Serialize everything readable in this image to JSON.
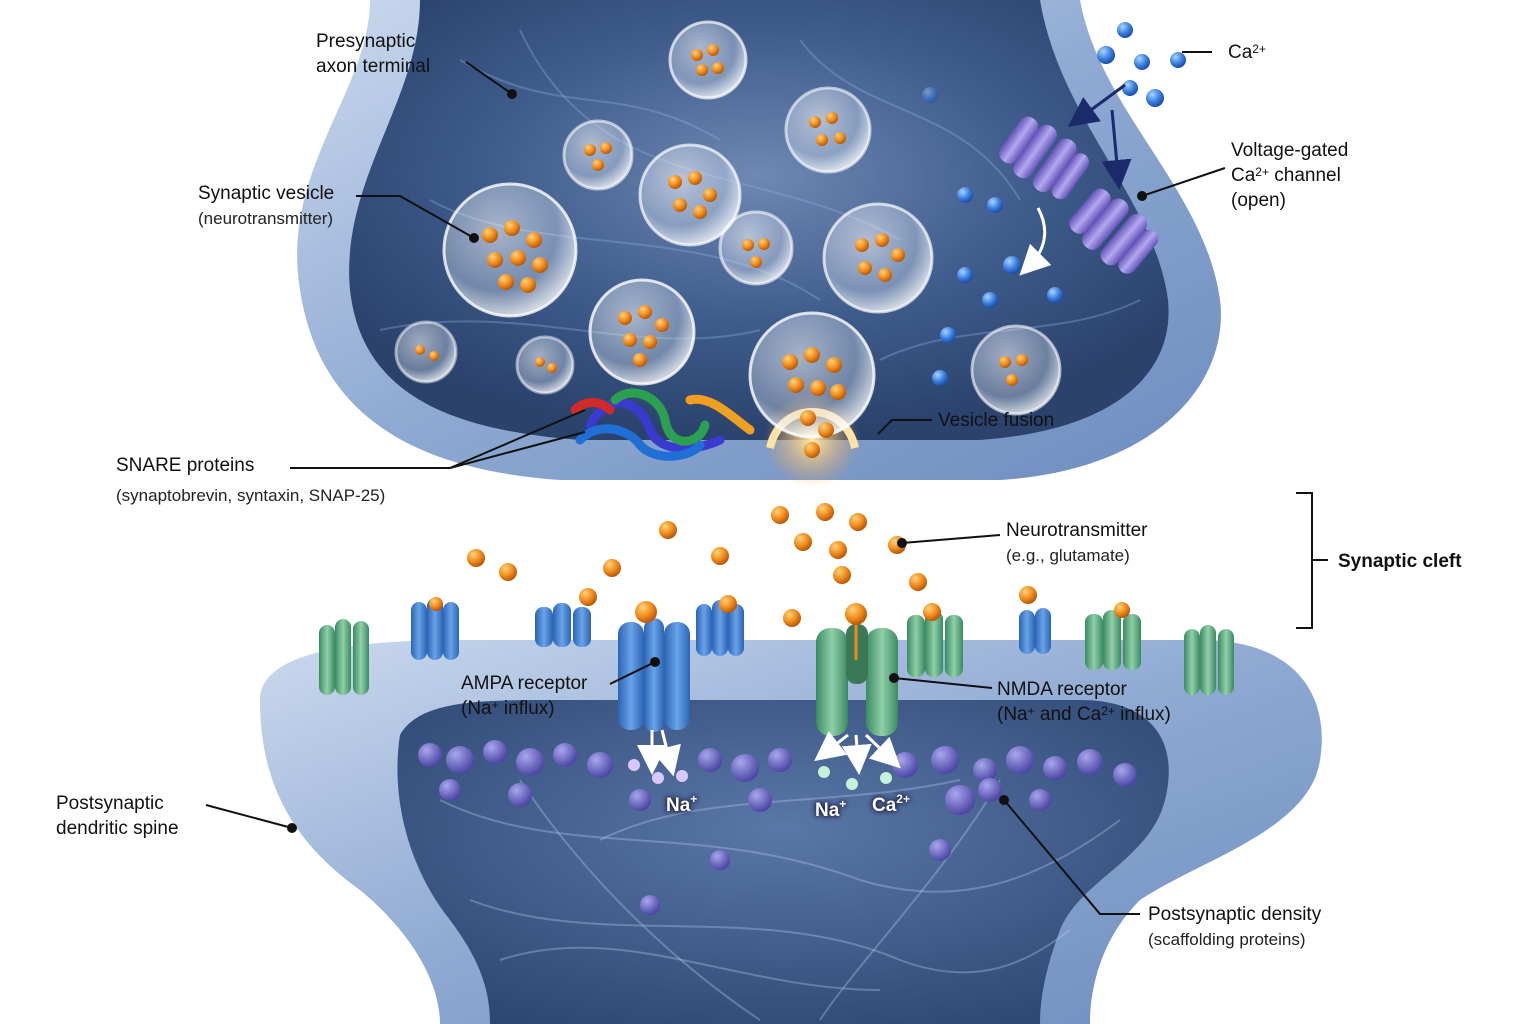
{
  "labels": {
    "presynaptic": {
      "line1": "Presynaptic",
      "line2": "axon terminal"
    },
    "vesicle": {
      "line1": "Synaptic vesicle",
      "line2": "(neurotransmitter)"
    },
    "snare": {
      "line1": "SNARE proteins",
      "line2": "(synaptobrevin, syntaxin, SNAP-25)"
    },
    "ca_ion": {
      "base": "Ca",
      "sup": "2+"
    },
    "vgcc": {
      "line1": "Voltage-gated",
      "line2_base": "Ca",
      "line2_sup": "2+",
      "line2_rest": " channel",
      "line3": "(open)"
    },
    "fusion": "Vesicle fusion",
    "neurotransmitter": {
      "line1": "Neurotransmitter",
      "line2": "(e.g., glutamate)"
    },
    "cleft": "Synaptic cleft",
    "ampa": {
      "line1": "AMPA receptor",
      "l2a": "(Na",
      "l2sup": "+",
      "l2b": " influx)"
    },
    "nmda": {
      "line1": "NMDA receptor",
      "l2a": "(Na",
      "l2sup1": "+",
      "l2b": " and Ca",
      "l2sup2": "2+",
      "l2c": " influx)"
    },
    "postsynaptic": {
      "line1": "Postsynaptic",
      "line2": "dendritic spine"
    },
    "psd": {
      "line1": "Postsynaptic density",
      "line2": "(scaffolding proteins)"
    },
    "na_ampa": {
      "base": "Na",
      "sup": "+"
    },
    "na_nmda": {
      "base": "Na",
      "sup": "+"
    },
    "ca_nmda": {
      "base": "Ca",
      "sup": "2+"
    }
  },
  "colors": {
    "membrane": "#7f9cc8",
    "membrane_light": "#b9cbe6",
    "cytoplasm": "#3e5a88",
    "vesicle_cargo": "#f08a1c",
    "calcium": "#3a7fe0",
    "ampa": "#3f7fd0",
    "nmda": "#5eab7e",
    "vgcc": "#8a7ad8",
    "psd": "#6d68c4"
  }
}
